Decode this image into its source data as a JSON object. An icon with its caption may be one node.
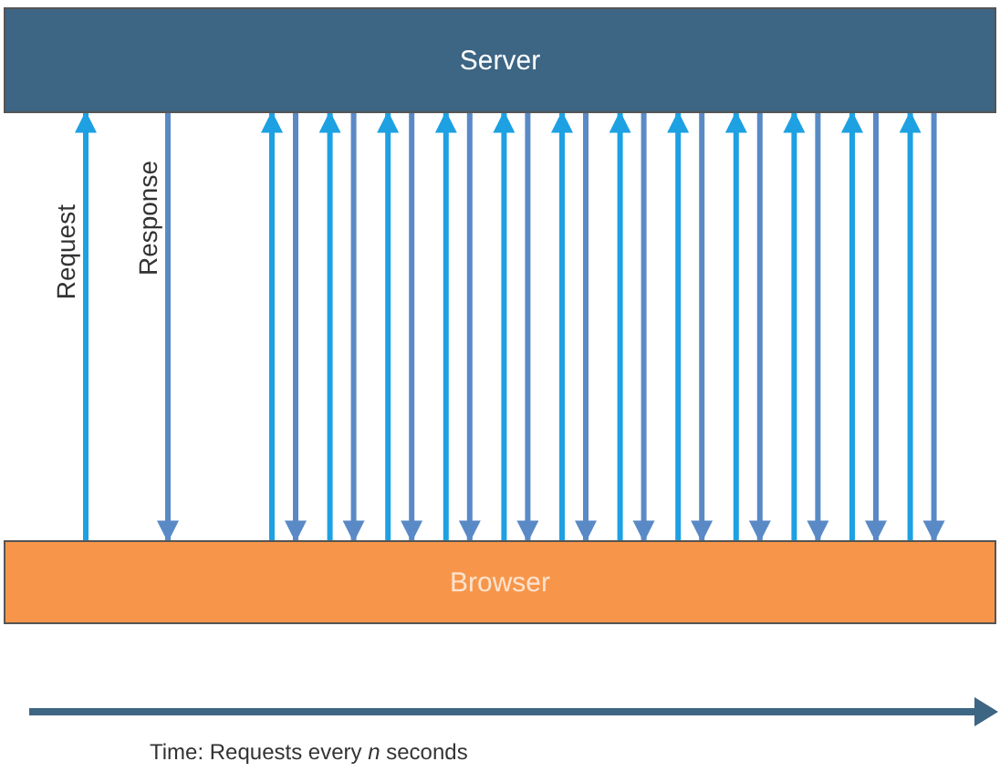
{
  "diagram": {
    "nodes": [
      {
        "text": [
          "Server"
        ]
      },
      {
        "text": [
          "Browser"
        ]
      }
    ],
    "edges": [
      {
        "from": 1,
        "to": 0,
        "arrow": "to",
        "label": "Request"
      },
      {
        "from": 0,
        "to": 1,
        "arrow": "to",
        "label": "Response",
        "color": "#5a8ac6"
      },
      {
        "from": 1,
        "to": 0,
        "arrow": "to"
      },
      {
        "from": 0,
        "to": 1,
        "arrow": "to",
        "color": "#5a8ac6"
      },
      {
        "from": 1,
        "to": 0,
        "arrow": "to"
      },
      {
        "from": 0,
        "to": 1,
        "arrow": "to",
        "color": "#5a8ac6"
      },
      {
        "from": 1,
        "to": 0,
        "arrow": "to"
      },
      {
        "from": 0,
        "to": 1,
        "arrow": "to",
        "color": "#5a8ac6"
      },
      {
        "from": 1,
        "to": 0,
        "arrow": "to"
      },
      {
        "from": 0,
        "to": 1,
        "arrow": "to",
        "color": "#5a8ac6"
      },
      {
        "from": 1,
        "to": 0,
        "arrow": "to"
      },
      {
        "from": 0,
        "to": 1,
        "arrow": "to",
        "color": "#5a8ac6"
      },
      {
        "from": 1,
        "to": 0,
        "arrow": "to"
      },
      {
        "from": 0,
        "to": 1,
        "arrow": "to",
        "color": "#5a8ac6"
      },
      {
        "from": 1,
        "to": 0,
        "arrow": "to"
      },
      {
        "from": 0,
        "to": 1,
        "arrow": "to",
        "color": "#5a8ac6"
      },
      {
        "from": 1,
        "to": 0,
        "arrow": "to"
      },
      {
        "from": 0,
        "to": 1,
        "arrow": "to",
        "color": "#5a8ac6"
      },
      {
        "from": 1,
        "to": 0,
        "arrow": "to"
      },
      {
        "from": 0,
        "to": 1,
        "arrow": "to",
        "color": "#5a8ac6"
      },
      {
        "from": 1,
        "to": 0,
        "arrow": "to"
      },
      {
        "from": 0,
        "to": 1,
        "arrow": "to",
        "color": "#5a8ac6"
      },
      {
        "from": 1,
        "to": 0,
        "arrow": "to"
      },
      {
        "from": 0,
        "to": 1,
        "arrow": "to",
        "color": "#5a8ac6"
      },
      {
        "from": 1,
        "to": 0,
        "arrow": "to"
      },
      {
        "from": 0,
        "to": 1,
        "arrow": "to",
        "color": "#5a8ac6"
      }
    ],
    "labels": [
      "Time: Requests every *n* seconds"
    ]
  }
}
